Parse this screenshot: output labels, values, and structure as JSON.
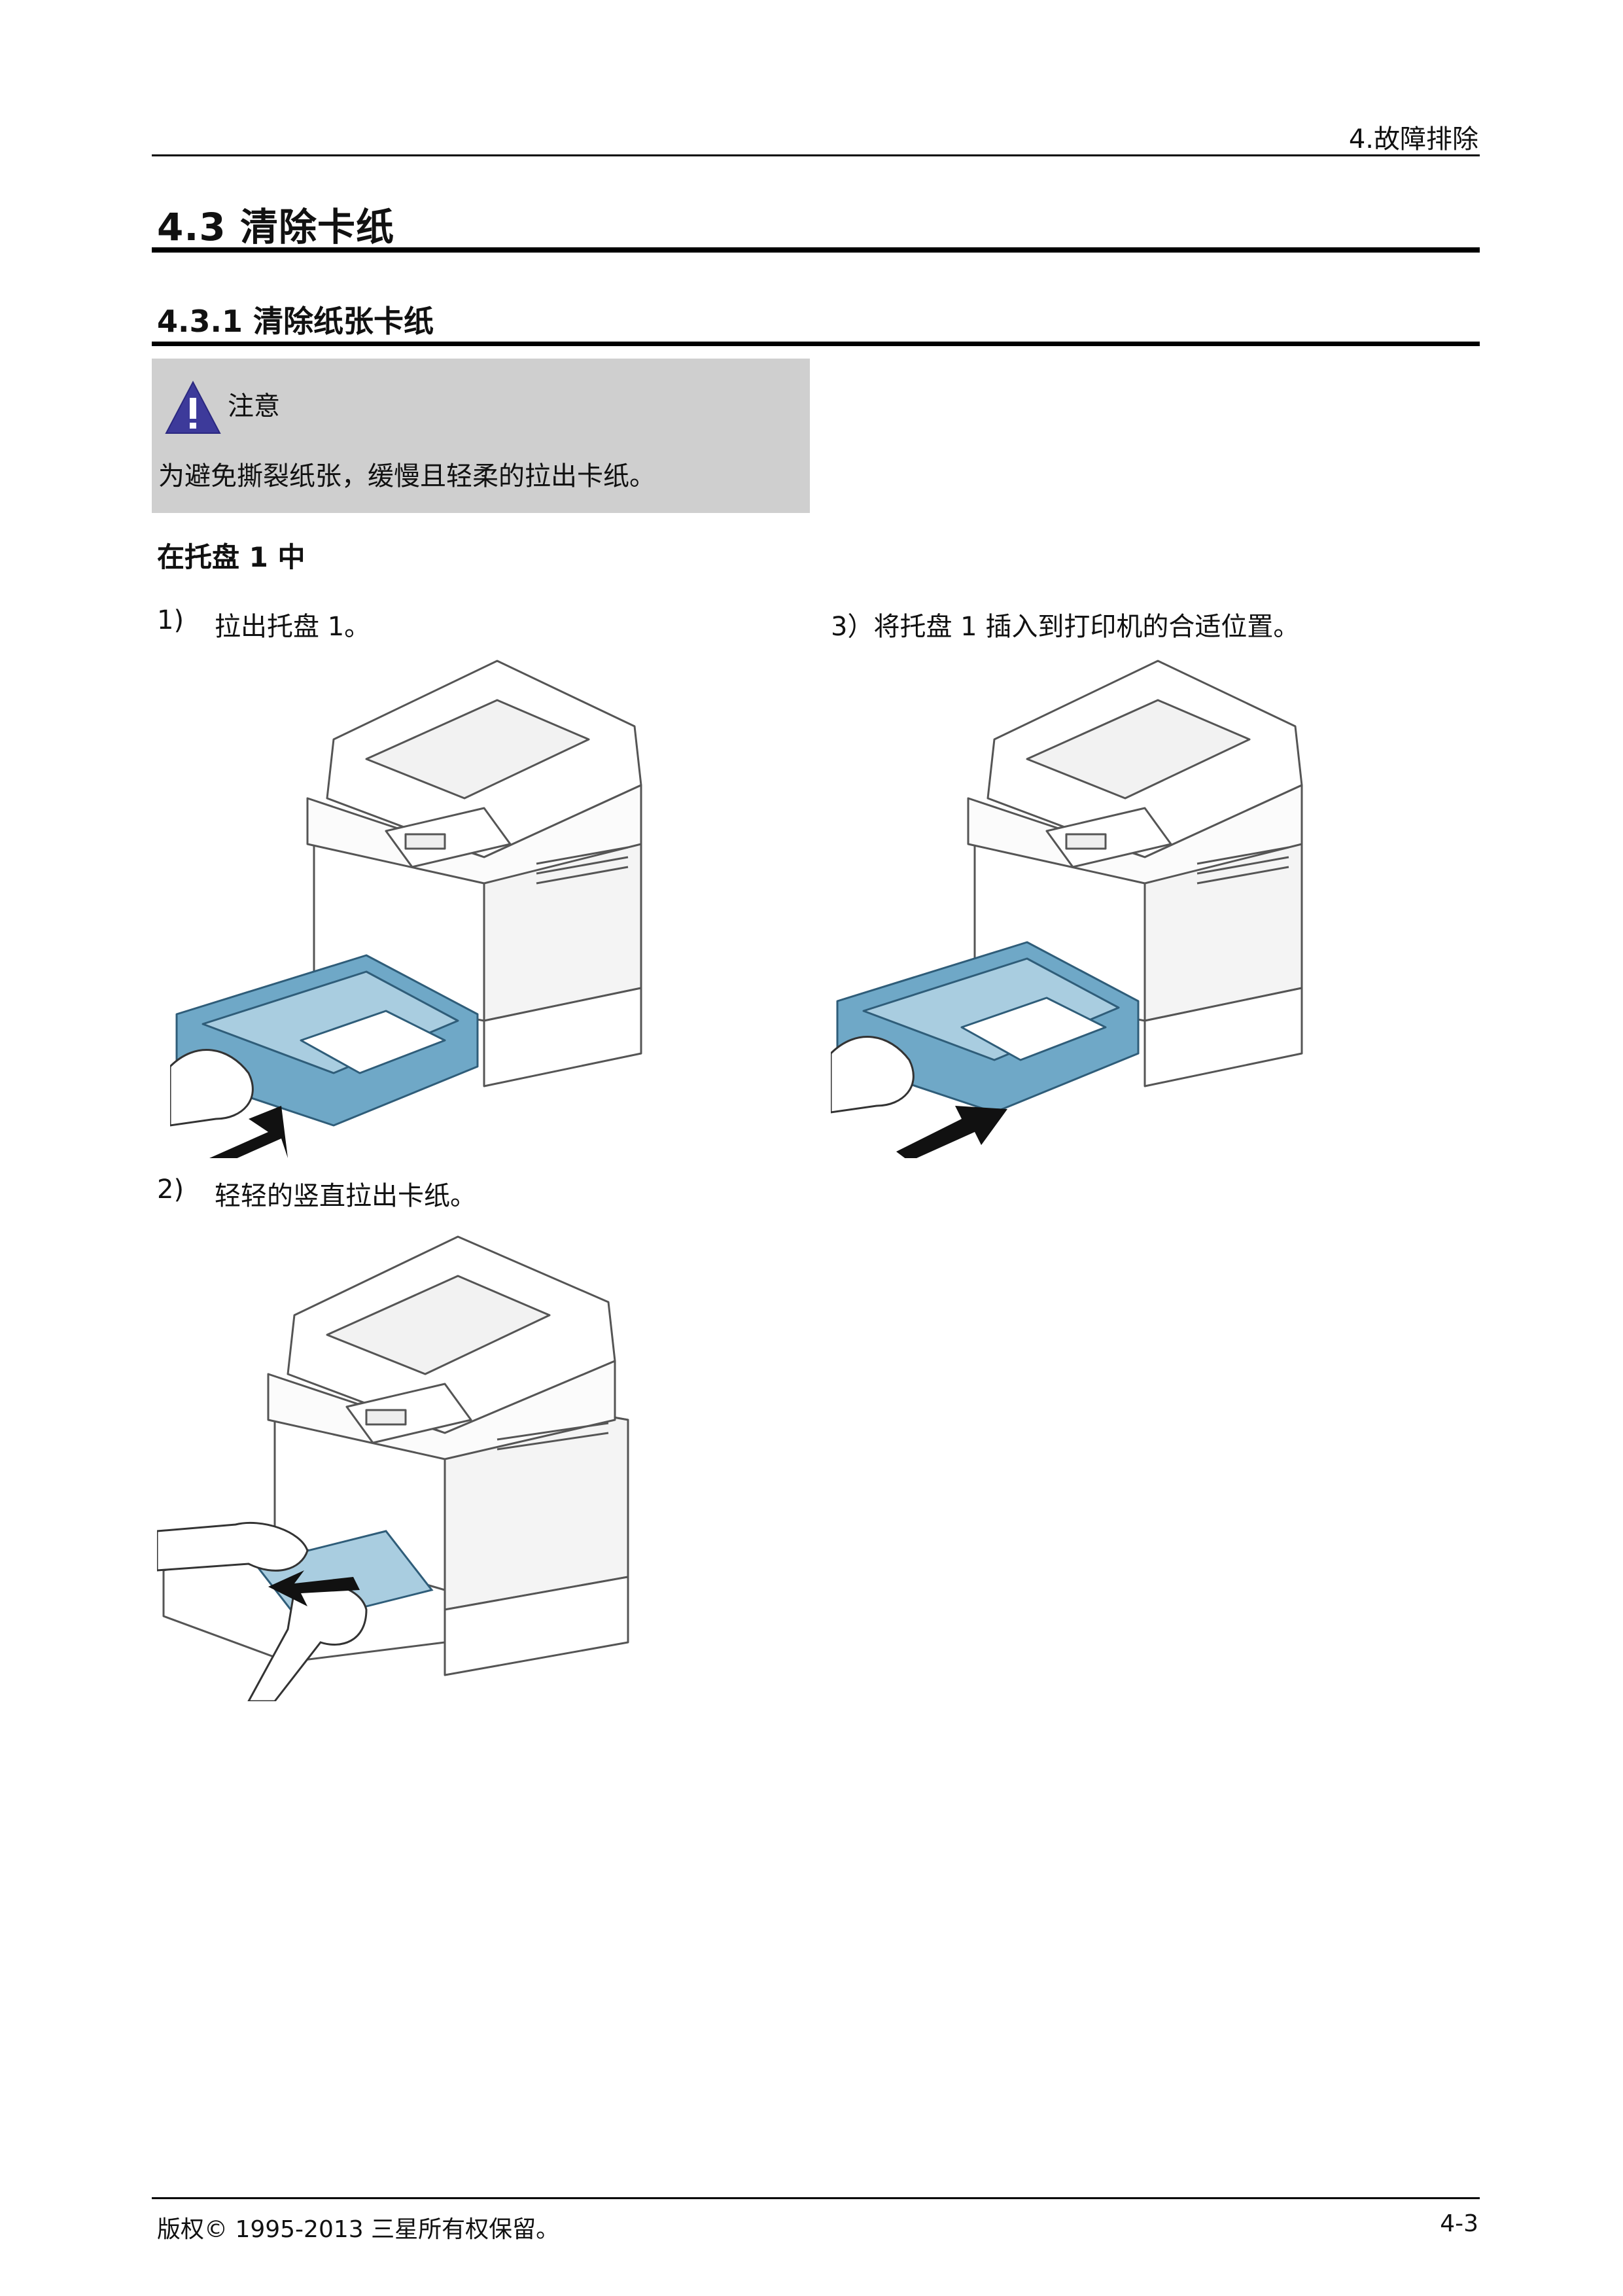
{
  "header": {
    "chapter": "4.故障排除"
  },
  "section": {
    "number_title": "4.3  清除卡纸"
  },
  "subsection": {
    "number_title": "4.3.1  清除纸张卡纸"
  },
  "note": {
    "title": "注意",
    "body": "为避免撕裂纸张，缓慢且轻柔的拉出卡纸。"
  },
  "tray_heading": "在托盘 1 中",
  "steps": [
    {
      "num": "1)",
      "text": "拉出托盘 1。"
    },
    {
      "num": "2)",
      "text": "轻轻的竖直拉出卡纸。"
    },
    {
      "text": "3）将托盘 1 插入到打印机的合适位置。"
    }
  ],
  "colors": {
    "tray_blue": "#6fa8c7",
    "warning_purple": "#3d3a9a",
    "note_bg": "#cfcfcf"
  },
  "icons": [
    "warning-icon"
  ],
  "footer": {
    "copyright": "版权© 1995-2013  三星所有权保留。",
    "page": "4-3"
  }
}
